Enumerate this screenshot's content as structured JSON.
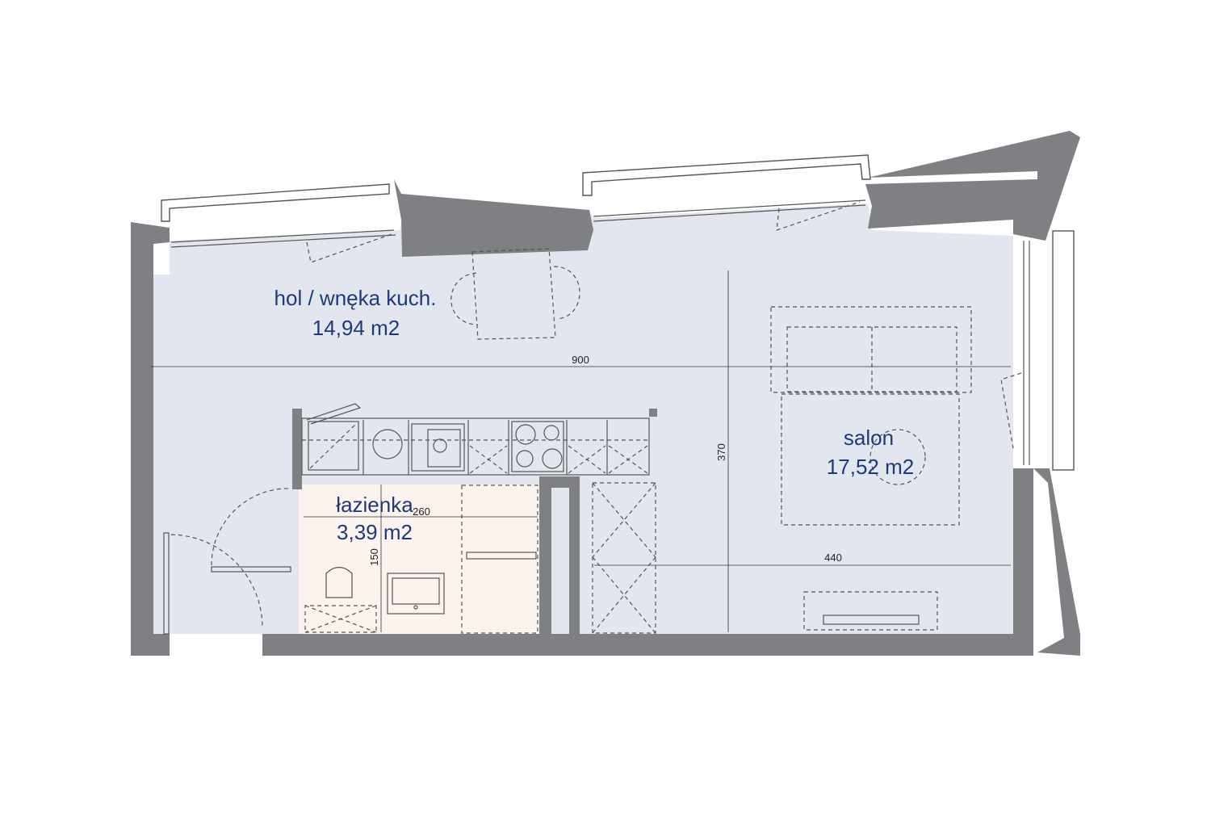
{
  "rooms": {
    "hall": {
      "name": "hol / wnęka kuch.",
      "area": "14,94 m2"
    },
    "living": {
      "name": "salon",
      "area": "17,52 m2"
    },
    "bathroom": {
      "name": "łazienka",
      "area": "3,39 m2"
    }
  },
  "dimensions": {
    "total_width": "900",
    "depth": "370",
    "bathroom_width": "260",
    "bathroom_depth": "150",
    "living_width": "440"
  },
  "colors": {
    "wall": "#7f8083",
    "floor": "#e3e6ef",
    "bathroom_floor": "#fcf3ef",
    "label": "#1e3a7a"
  }
}
